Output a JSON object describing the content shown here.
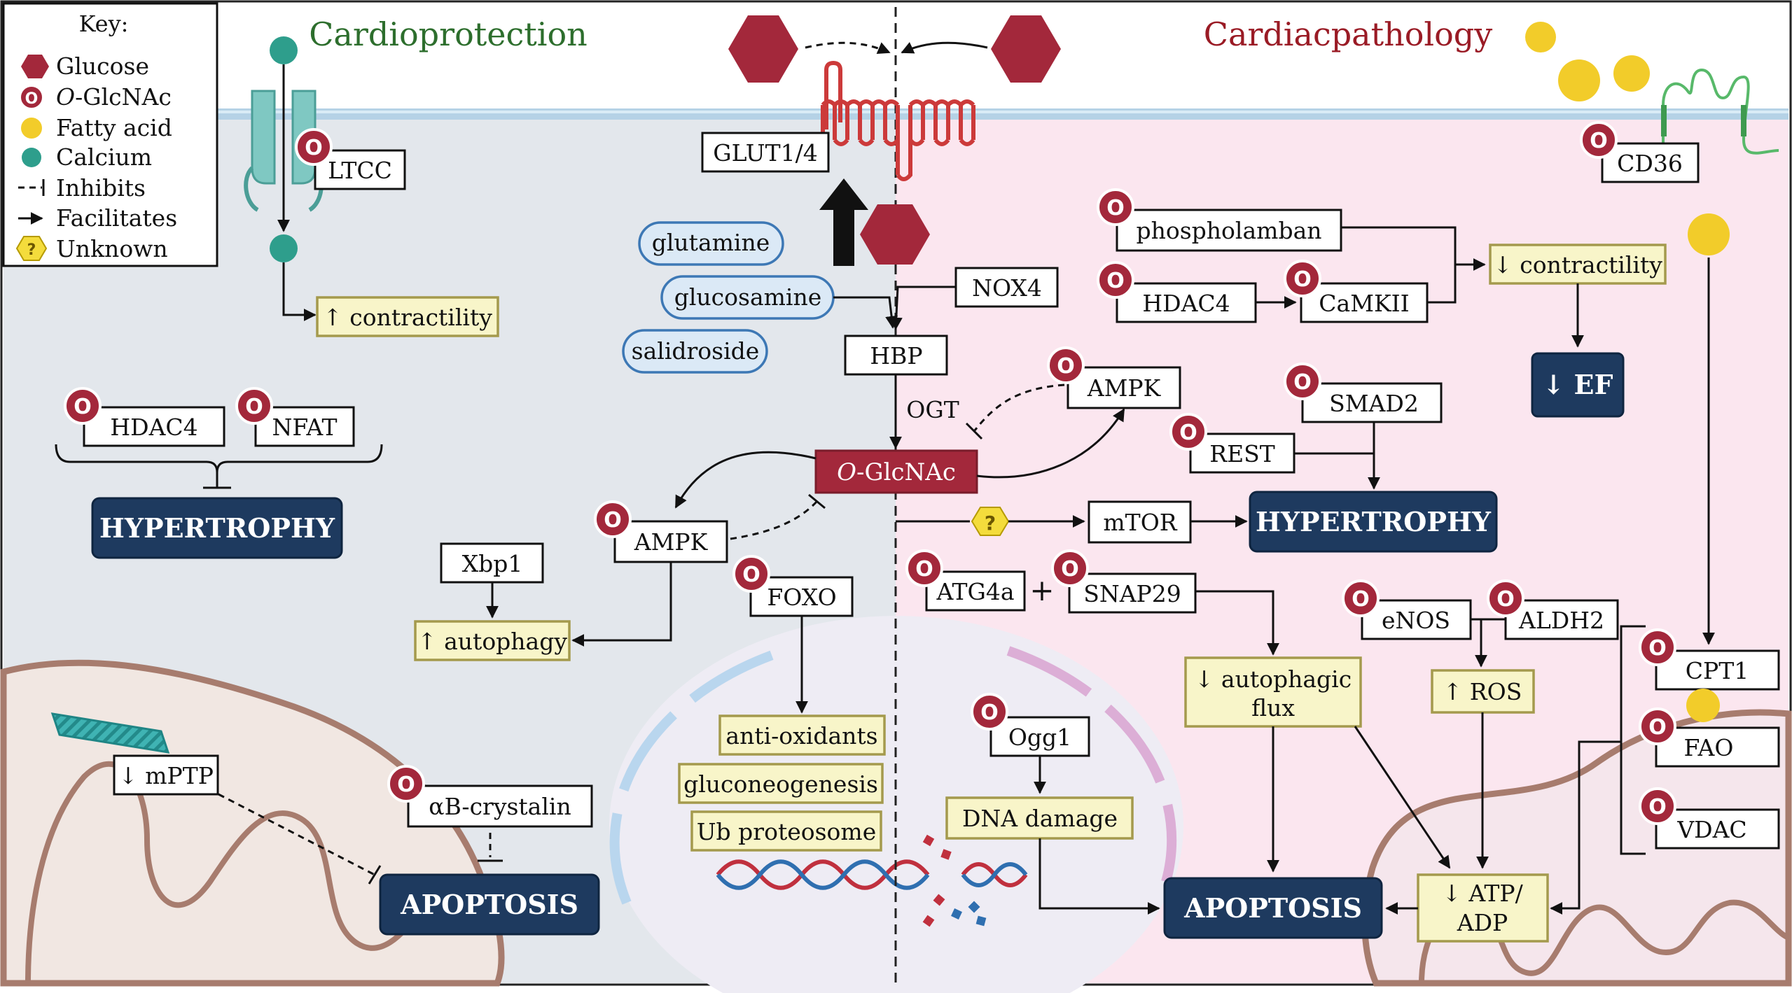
{
  "key": {
    "title": "Key:",
    "items": [
      {
        "symbol": "glucose",
        "label": "Glucose"
      },
      {
        "symbol": "o-glcnac",
        "label_prefix": "O",
        "label_suffix": "-GlcNAc"
      },
      {
        "symbol": "fatty-acid",
        "label": "Fatty acid"
      },
      {
        "symbol": "calcium",
        "label": "Calcium"
      },
      {
        "symbol": "inhibits",
        "label": "Inhibits"
      },
      {
        "symbol": "facilitates",
        "label": "Facilitates"
      },
      {
        "symbol": "unknown",
        "label": "Unknown"
      }
    ]
  },
  "badge_letter": "O",
  "unknown_symbol": "?",
  "headings": {
    "left": "Cardioprotection",
    "right": "Cardiacpathology"
  },
  "colors": {
    "cardioprotection": "#2d6e2d",
    "cardiacpathology": "#9a1b25",
    "glucose": "#a3283b",
    "o_glcnac": "#a3283b",
    "fatty_acid": "#f2cc2a",
    "calcium": "#2e9e8c",
    "dark_box": "#1e3a5f",
    "yellow_box": "#f8f5c9",
    "left_bg": "#e3e7ec",
    "right_bg": "#fbe6ef"
  },
  "center": {
    "glut": "GLUT1/4",
    "nox4": "NOX4",
    "hbp": "HBP",
    "ogt": "OGT",
    "o_glcnac_prefix": "O",
    "o_glcnac_suffix": "-GlcNAc",
    "pills": [
      "glutamine",
      "glucosamine",
      "salidroside"
    ]
  },
  "left": {
    "ltcc": "LTCC",
    "contractility_up": "↑ contractility",
    "hdac4": "HDAC4",
    "nfat": "NFAT",
    "hypertrophy": "HYPERTROPHY",
    "xbp1": "Xbp1",
    "autophagy_up": "↑ autophagy",
    "ampk": "AMPK",
    "foxo": "FOXO",
    "foxo_targets": [
      "anti-oxidants",
      "gluconeogenesis",
      "Ub proteosome"
    ],
    "mptp": "↓ mPTP",
    "ab_crystalin": "αB-crystalin",
    "apoptosis": "APOPTOSIS"
  },
  "right": {
    "cd36": "CD36",
    "phospholamban": "phospholamban",
    "hdac4": "HDAC4",
    "camkii": "CaMKII",
    "contractility_down": "↓ contractility",
    "ef_down": "↓ EF",
    "ampk": "AMPK",
    "smad2": "SMAD2",
    "rest": "REST",
    "mtor": "mTOR",
    "hypertrophy": "HYPERTROPHY",
    "atg4a": "ATG4a",
    "plus": "+",
    "snap29": "SNAP29",
    "autophagic_flux": [
      "↓ autophagic",
      "flux"
    ],
    "enos": "eNOS",
    "aldh2": "ALDH2",
    "ros_up": "↑ ROS",
    "cpt1": "CPT1",
    "fao": "FAO",
    "vdac": "VDAC",
    "ogg1": "Ogg1",
    "dna_damage": "DNA damage",
    "apoptosis": "APOPTOSIS",
    "atp_adp": [
      "↓ ATP/",
      "ADP"
    ]
  }
}
